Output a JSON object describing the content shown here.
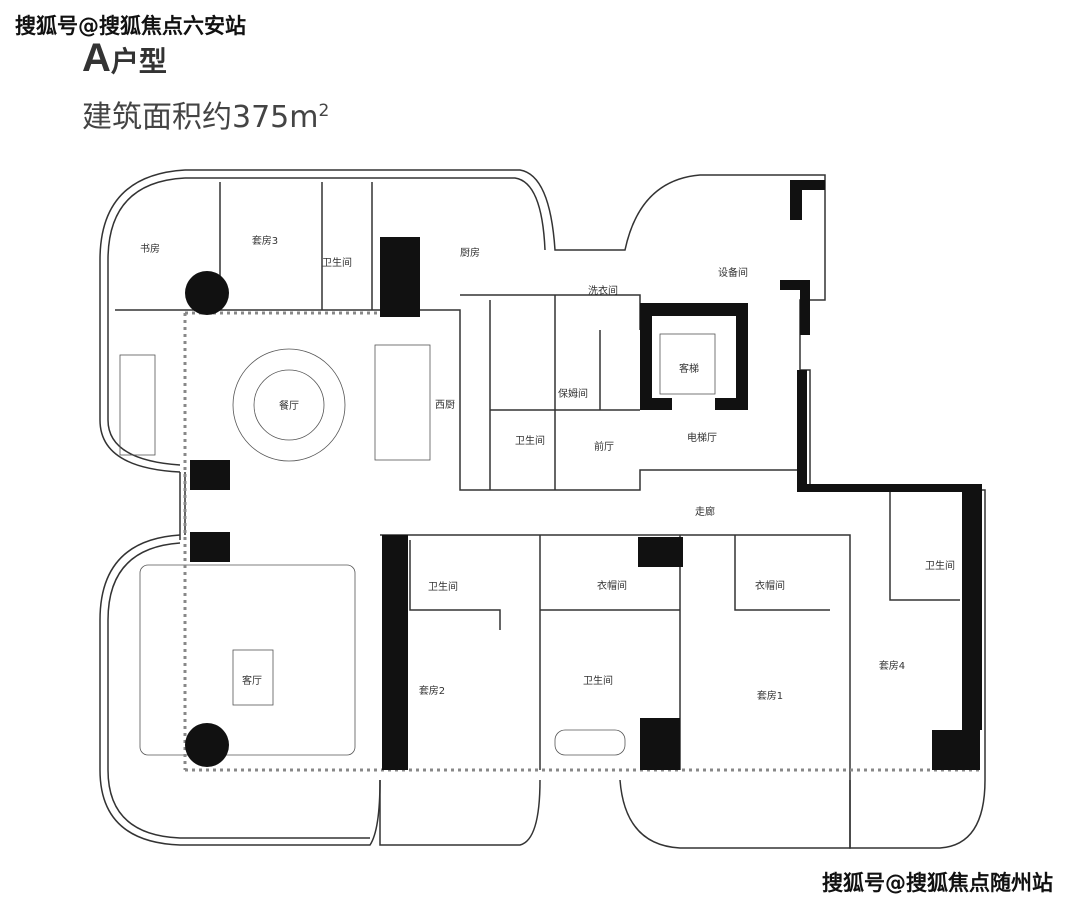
{
  "watermark_top": "搜狐号@搜狐焦点六安站",
  "watermark_bottom": "搜狐号@搜狐焦点随州站",
  "title": {
    "letter": "A",
    "suffix": "户型"
  },
  "area": {
    "label": "建筑面积约375m",
    "sup": "2"
  },
  "rooms": {
    "study": "书房",
    "suite3": "套房3",
    "bath_north": "卫生间",
    "kitchen": "厨房",
    "equipment": "设备间",
    "laundry": "洗衣间",
    "elevator": "客梯",
    "dining": "餐厅",
    "west_kitchen": "西厨",
    "maid_room": "保姆间",
    "bath_maid": "卫生间",
    "foyer": "前厅",
    "elevator_hall": "电梯厅",
    "corridor": "走廊",
    "bath_suite4": "卫生间",
    "closet1": "衣帽间",
    "closet2": "衣帽间",
    "bath_suite2": "卫生间",
    "living": "客厅",
    "suite2": "套房2",
    "bath_suite1": "卫生间",
    "suite1": "套房1",
    "suite4": "套房4"
  }
}
